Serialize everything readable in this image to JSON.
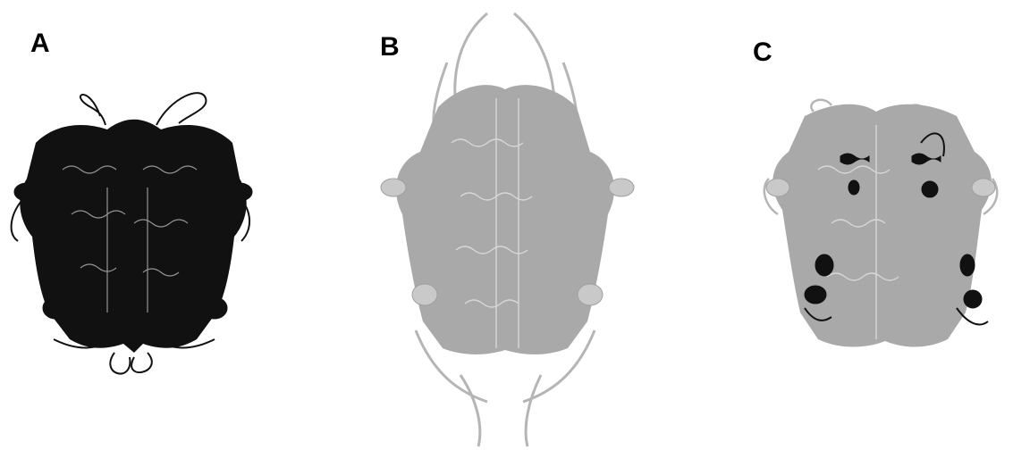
{
  "panels": [
    {
      "label": "A",
      "coloring": "black"
    },
    {
      "label": "B",
      "coloring": "gray"
    },
    {
      "label": "C",
      "coloring": "gray-with-black-highlights"
    }
  ],
  "colors": {
    "background": "#ffffff",
    "label": "#000000",
    "structure_black": "#111111",
    "structure_gray": "#a9a9a9",
    "structure_gray_light": "#c9c9c9"
  }
}
